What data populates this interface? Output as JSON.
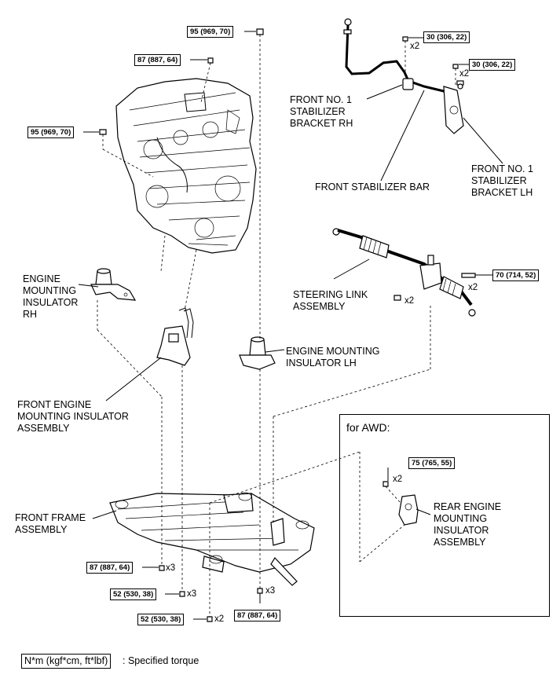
{
  "torque_specs": [
    {
      "id": "t1",
      "text": "95 (969, 70)"
    },
    {
      "id": "t2",
      "text": "87 (887, 64)"
    },
    {
      "id": "t3",
      "text": "95 (969, 70)"
    },
    {
      "id": "t4",
      "text": "30 (306, 22)"
    },
    {
      "id": "t5",
      "text": "30 (306, 22)"
    },
    {
      "id": "t6",
      "text": "70 (714, 52)"
    },
    {
      "id": "t7",
      "text": "75 (765, 55)"
    },
    {
      "id": "t8",
      "text": "87 (887, 64)"
    },
    {
      "id": "t9",
      "text": "52 (530, 38)"
    },
    {
      "id": "t10",
      "text": "52 (530, 38)"
    },
    {
      "id": "t11",
      "text": "87 (887, 64)"
    }
  ],
  "multipliers": {
    "stab_bolt_1": "x2",
    "stab_bolt_2": "x2",
    "rack_bolt": "x2",
    "rack_nut": "x2",
    "awd_bolt": "x2",
    "frame_bolt_a": "x3",
    "frame_bolt_b": "x3",
    "frame_bolt_c": "x2",
    "frame_bolt_d": "x3"
  },
  "labels": {
    "stabilizer_bracket_rh": "FRONT NO. 1\nSTABILIZER\nBRACKET RH",
    "stabilizer_bar": "FRONT STABILIZER BAR",
    "stabilizer_bracket_lh": "FRONT NO. 1\nSTABILIZER\nBRACKET LH",
    "engine_mount_rh": "ENGINE\nMOUNTING\nINSULATOR\nRH",
    "steering_link": "STEERING LINK\nASSEMBLY",
    "engine_mount_lh": "ENGINE MOUNTING\nINSULATOR LH",
    "front_engine_mount": "FRONT ENGINE\nMOUNTING INSULATOR\nASSEMBLY",
    "front_frame": "FRONT FRAME\nASSEMBLY",
    "rear_engine_mount": "REAR ENGINE\nMOUNTING\nINSULATOR\nASSEMBLY"
  },
  "awd_box": {
    "title": "for AWD:"
  },
  "legend": {
    "unit": "N*m (kgf*cm, ft*lbf)",
    "description": ": Specified torque"
  }
}
